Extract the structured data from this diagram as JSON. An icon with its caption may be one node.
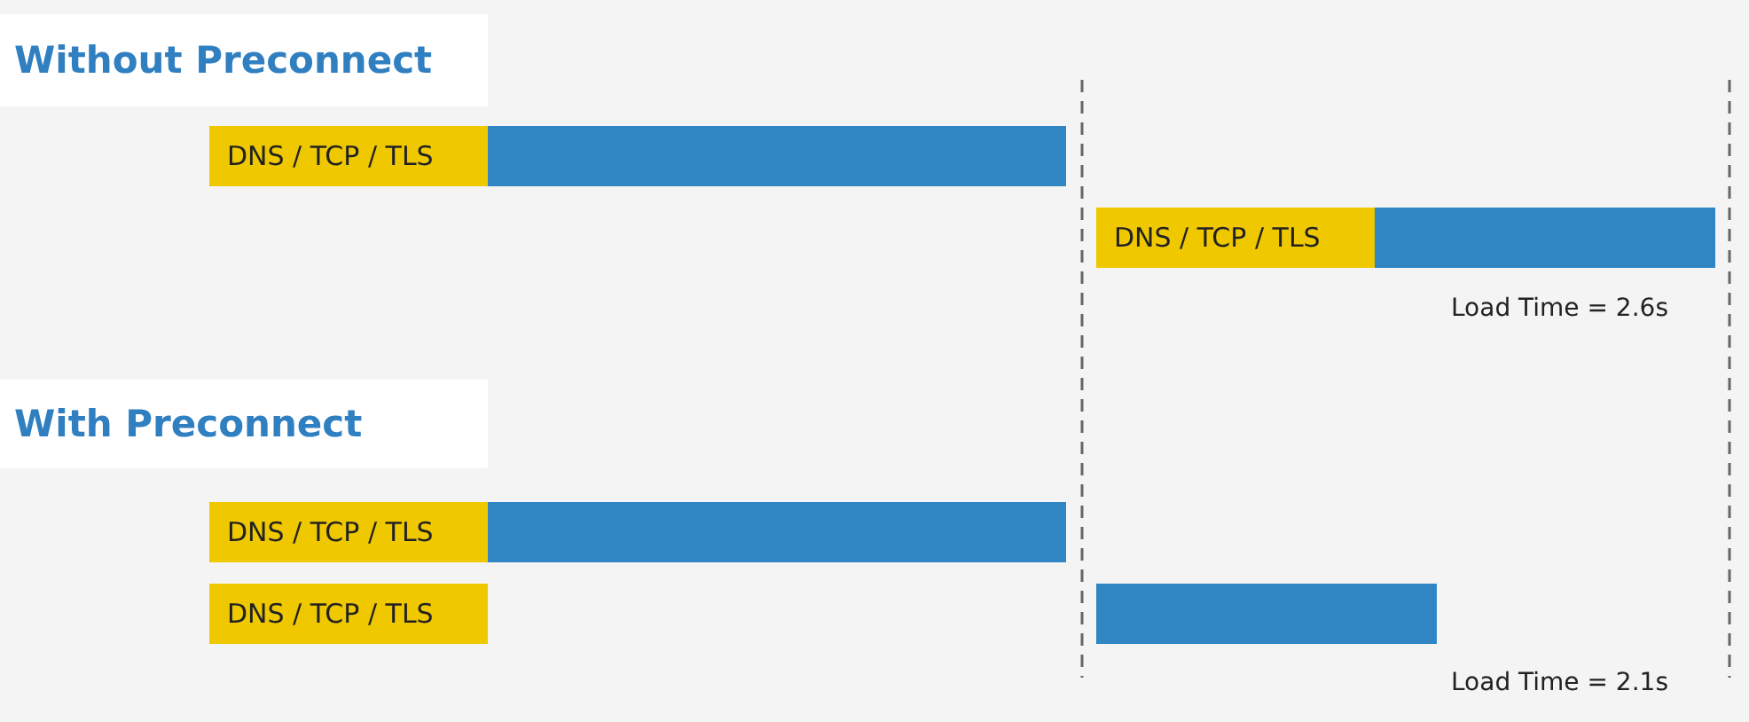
{
  "diagram": {
    "nodes": [
      {
        "text": [
          "DNS / TCP / TLS"
        ]
      },
      {
        "text": [],
        "shape": "bar"
      },
      {
        "text": [
          "DNS / TCP / TLS"
        ]
      },
      {
        "text": [],
        "shape": "bar"
      },
      {
        "text": [
          "DNS / TCP / TLS"
        ]
      },
      {
        "text": [],
        "shape": "bar"
      },
      {
        "text": [
          "DNS / TCP / TLS"
        ]
      },
      {
        "text": [],
        "shape": "bar"
      }
    ],
    "edges": [],
    "labels": [
      "Without Preconnect",
      "Load Time = 2.6s",
      "With Preconnect",
      "Load Time = 2.1s"
    ]
  }
}
